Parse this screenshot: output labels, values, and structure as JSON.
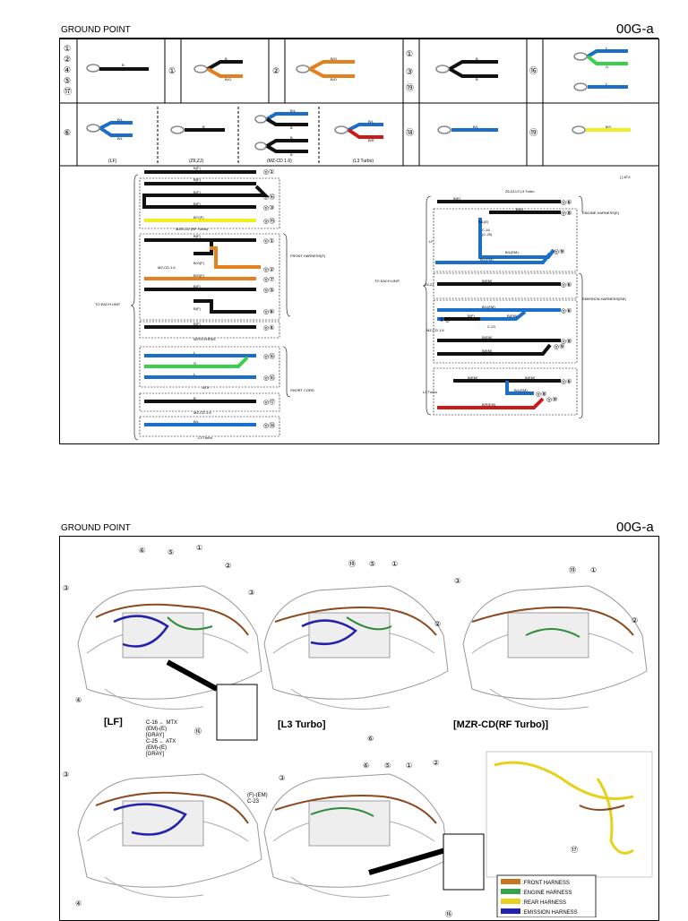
{
  "page1": {
    "title": "GROUND POINT",
    "code": "00G-a"
  },
  "page2": {
    "title": "GROUND POINT",
    "code": "00G-a"
  },
  "top_table": {
    "row1_cells": [
      {
        "nums": [
          "①",
          "②",
          "④",
          "⑤",
          "⑰"
        ],
        "wires": [
          "B"
        ]
      },
      {
        "nums": [
          "①"
        ],
        "wires": [
          "B",
          "B/O"
        ]
      },
      {
        "nums": [
          "②"
        ],
        "wires": [
          "B/O",
          "B/O"
        ]
      },
      {
        "nums": [
          "①",
          "③",
          "⑲"
        ],
        "wires": [
          "B",
          "B"
        ]
      },
      {
        "nums": [
          "⑯"
        ],
        "wires": [
          "L",
          "G",
          "L"
        ]
      }
    ],
    "row2_cells": [
      {
        "nums": [
          "⑥"
        ],
        "subs": [
          {
            "label": "(LF)",
            "wires": [
              "B/L",
              "B/L"
            ]
          },
          {
            "label": "(Z6,ZJ)",
            "wires": [
              "B"
            ]
          },
          {
            "label": "(MZ-CD 1.6)",
            "wires": [
              "B/L",
              "B",
              "B",
              "B"
            ]
          },
          {
            "label": "(L3 Turbo)",
            "wires": [
              "B/L",
              "B/R"
            ]
          }
        ]
      },
      {
        "nums": [
          "⑱"
        ],
        "wires": [
          "B/L"
        ]
      },
      {
        "nums": [
          "⑲"
        ],
        "wires": [
          "B/Y"
        ]
      }
    ]
  },
  "left_block": {
    "to_each_unit": "TO EACH UNIT",
    "front_harness": "FRONT HARNESS(F)",
    "short_cord": "SHORT CORD",
    "mzr_cd": "MZR-CD (RF Turbo)",
    "mz_cd_16": "MZ-CD 1.6",
    "with_ehpas": "WITH EHPAS",
    "atx": "ATX",
    "mz_cd_16b": "MZ-CD 1.6",
    "l3_turbo": "L3 Turbo",
    "wires": [
      "B(F)",
      "B(F)",
      "B(F)",
      "B(F)",
      "B/Y(F)",
      "B(F)",
      "B(F)",
      "B(F)",
      "B/O(F)",
      "B/O(F)",
      "B(F)",
      "B(F)",
      "B(F)",
      "B(F)",
      "L",
      "G",
      "L",
      "B",
      "B/L"
    ]
  },
  "right_block": {
    "atx_note": "[ ] ATX",
    "top_note": "Z6,ZJ,LF,L3 Turbo",
    "to_each_unit": "TO EACH UNIT",
    "engine_harness": "ENGINE HARNESS(E)",
    "emission_harness": "EMISSION HARNESS(EM)",
    "lf": "LF",
    "z6zj": "Z6,ZJ",
    "mz_cd": "MZ-CD 1.6",
    "l3": "L3 Turbo",
    "c16": "C-16",
    "c25": "(C-25)",
    "c23": "C-23",
    "wires": [
      "B(E)",
      "B(E)",
      "B/L(E)",
      "B/L(EM)",
      "B/L(EM)",
      "B(EM)",
      "B/L(EM)",
      "B/L(EM)",
      "B(F)",
      "B(EM)",
      "B(EM)",
      "B(EM)",
      "B(EM)",
      "B(EM)",
      "B/L(EM)",
      "B/R(EM)"
    ]
  },
  "cars": [
    {
      "label": "[LF]"
    },
    {
      "label": "[L3 Turbo]"
    },
    {
      "label": "[MZR-CD(RF Turbo)]"
    }
  ],
  "notes": {
    "lf_note": [
      "C-16 ← MTX",
      "(EM)-(E)",
      "[GRAY]",
      "C-25 ← ATX",
      "(EM)-(E)",
      "[GRAY]"
    ],
    "fem_note": [
      "(F)-(EM)",
      "C-23"
    ]
  },
  "legend": [
    {
      "label": ":FRONT HARNESS",
      "color": "#c8741f"
    },
    {
      "label": ":ENGINE HARNESS",
      "color": "#3aa04a"
    },
    {
      "label": ":REAR HARNESS",
      "color": "#e6d21a"
    },
    {
      "label": ":EMISSION HARNESS",
      "color": "#2222aa"
    }
  ],
  "colors": {
    "black": "#111111",
    "blue": "#1c6fc9",
    "green": "#3ad14a",
    "orange": "#e5801e",
    "red": "#cc1a1a",
    "yellow": "#eeee22"
  }
}
